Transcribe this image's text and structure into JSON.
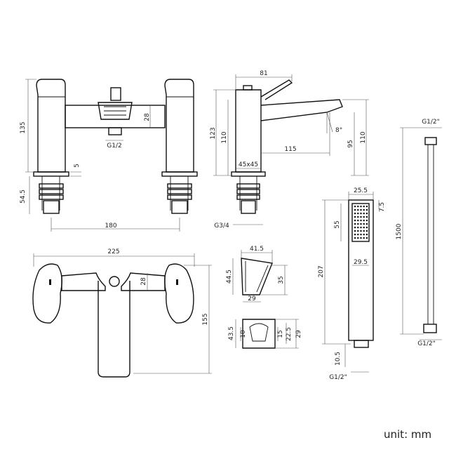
{
  "unit_label": "unit: mm",
  "dims": {
    "d135": "135",
    "d28_top": "28",
    "g12_mixer": "G1/2",
    "d5": "5",
    "d545": "54.5",
    "d180": "180",
    "d81": "81",
    "d123": "123",
    "d110_left": "110",
    "d110_right": "110",
    "d95": "95",
    "d115": "115",
    "d8": "8°",
    "d45x45": "45x45",
    "g34": "G3/4",
    "d225": "225",
    "d28_plan": "28",
    "d155": "155",
    "d415": "41.5",
    "d445": "44.5",
    "d35": "35",
    "d29_bracket": "29",
    "d435": "43.5",
    "d10": "10",
    "d15": "15",
    "d225_small": "22.5",
    "d29_small": "29",
    "d255": "25.5",
    "d75": "7.5",
    "d55": "55",
    "d295": "29.5",
    "d207": "207",
    "d105": "10.5",
    "g12_handset": "G1/2\"",
    "g12_hose_top": "G1/2\"",
    "d1500": "1500",
    "g12_hose_bottom": "G1/2\""
  }
}
